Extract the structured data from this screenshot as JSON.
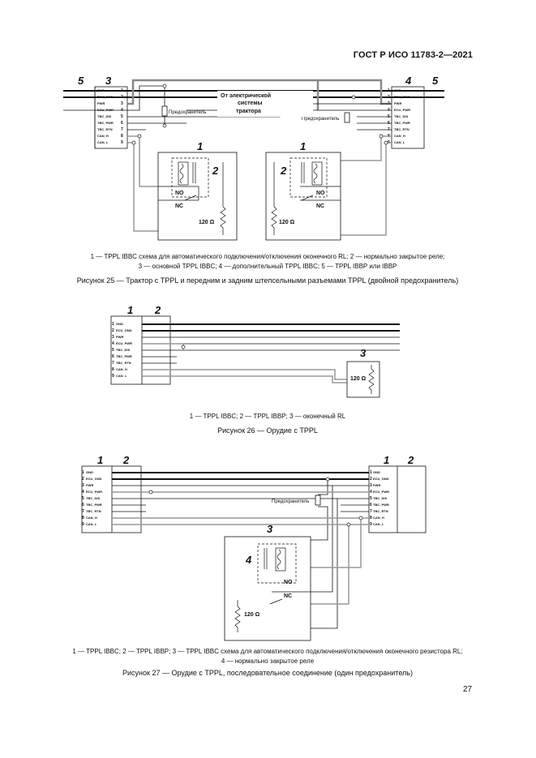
{
  "header": {
    "standard": "ГОСТ Р ИСО 11783-2—2021"
  },
  "page_number": "27",
  "fig25": {
    "label_left_5": "5",
    "label_left_3": "3",
    "label_right_4": "4",
    "label_right_5": "5",
    "unit_label": "1",
    "relay_label": "2",
    "tractor_text_1": "От электрической",
    "tractor_text_2": "системы",
    "tractor_text_3": "трактора",
    "fuse_text": "Предохранитель",
    "no_text": "NO",
    "nc_text": "NC",
    "res_text": "120 Ω",
    "pins_left": [
      "GND",
      "ECU_GND",
      "PWR",
      "ECU_PWR",
      "TBC_DIS",
      "TBC_PWR",
      "TBC_RTN",
      "CAN_H",
      "CAN_L"
    ],
    "pins_right": [
      "GND",
      "ECU_GND",
      "PWR",
      "ECU_PWR",
      "TBC_DIS",
      "TBC_PWR",
      "TBC_RTN",
      "CAN_H",
      "CAN_L"
    ],
    "pin_numbers": [
      "1",
      "2",
      "3",
      "4",
      "5",
      "6",
      "7",
      "8",
      "9"
    ],
    "note_line1": "1 — TPPL IBBC схема для автоматического подключения/отключения оконечного RL; 2 — нормально закрытое реле;",
    "note_line2": "3 — основной TPPL IBBC; 4 — дополнительный TPPL IBBC; 5 — TPPL IBBP или IBBP",
    "caption": "Рисунок 25 — Трактор с TPPL и передним и задним штепсельными разъемами TPPL (двойной предохранитель)"
  },
  "fig26": {
    "label_1": "1",
    "label_2": "2",
    "label_3": "3",
    "pins": [
      "GND",
      "ECU_GND",
      "PWR",
      "ECU_PWR",
      "TBC_DIS",
      "TBC_PWR",
      "TBC_RTN",
      "CAN_H",
      "CAN_L"
    ],
    "res_text": "120 Ω",
    "note": "1 — TPPL IBBC; 2 — TPPL IBBP; 3 — оконечный RL",
    "caption": "Рисунок 26 — Орудие с TPPL"
  },
  "fig27": {
    "label_1a": "1",
    "label_2a": "2",
    "label_1b": "1",
    "label_2b": "2",
    "label_3": "3",
    "label_4": "4",
    "fuse_text": "Предохранитель",
    "no_text": "NO",
    "nc_text": "NC",
    "res_text": "120 Ω",
    "pins": [
      "GND",
      "ECU_GND",
      "PWR",
      "ECU_PWR",
      "TBC_DIS",
      "TBC_PWR",
      "TBC_RTN",
      "CAN_H",
      "CAN_L"
    ],
    "note_line1": "1 — TPPL IBBC; 2 — TPPL IBBP; 3 — TPPL IBBC схема для автоматического подключения/отключения оконечного резистора RL;",
    "note_line2": "4 — нормально закрытое реле",
    "caption": "Рисунок 27 — Орудие с TPPL, последовательное соединение (один предохранитель)"
  }
}
